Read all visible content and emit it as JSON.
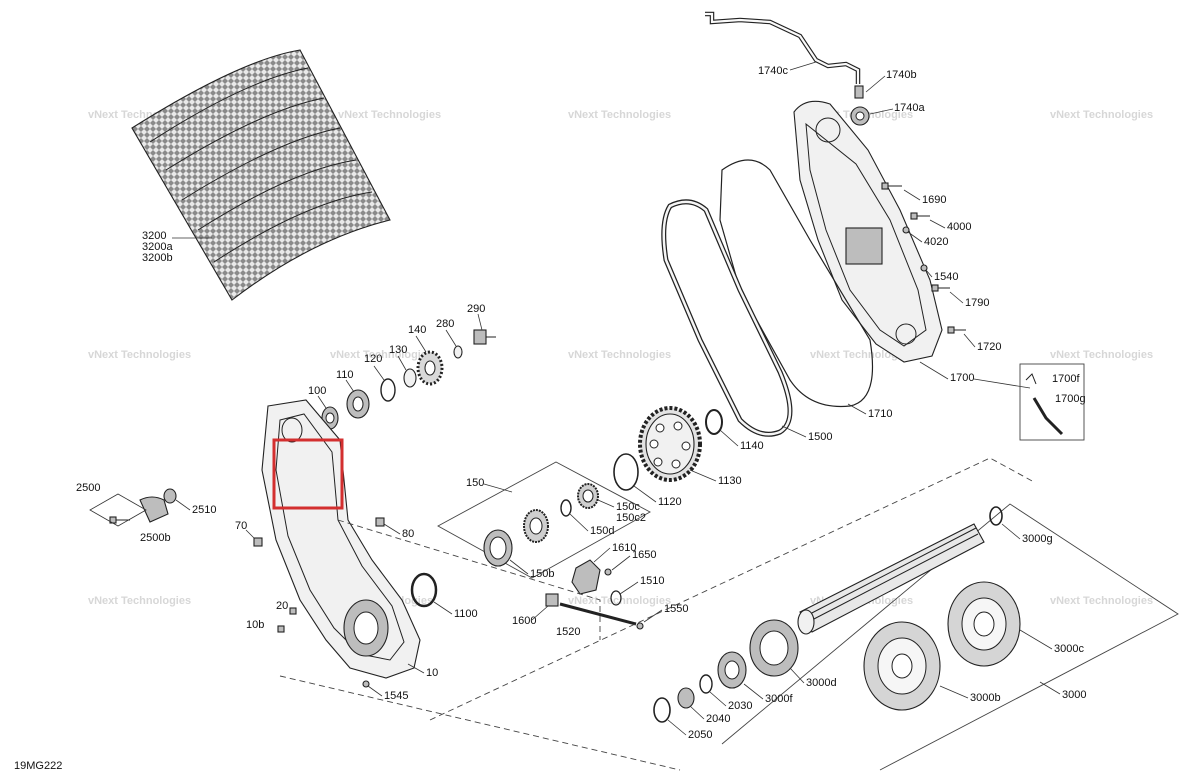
{
  "diagram": {
    "code": "19MG222",
    "watermark": "vNext Technologies",
    "highlight_color": "#d32f2f",
    "labels": {
      "p3200": "3200",
      "p3200a": "3200a",
      "p3200b": "3200b",
      "p1740c": "1740c",
      "p1740b": "1740b",
      "p1740a": "1740a",
      "p1690": "1690",
      "p4000": "4000",
      "p4020": "4020",
      "p1540": "1540",
      "p1790": "1790",
      "p1720": "1720",
      "p1700": "1700",
      "p1700f": "1700f",
      "p1700g": "1700g",
      "p1710": "1710",
      "p1500": "1500",
      "p1140": "1140",
      "p1130": "1130",
      "p1120": "1120",
      "p290": "290",
      "p280": "280",
      "p140": "140",
      "p130": "130",
      "p120": "120",
      "p110": "110",
      "p100": "100",
      "p150": "150",
      "p150c": "150c",
      "p150c2": "150c2",
      "p150d": "150d",
      "p150b": "150b",
      "p1610": "1610",
      "p1650": "1650",
      "p1510": "1510",
      "p1550": "1550",
      "p1600": "1600",
      "p1520": "1520",
      "p1100": "1100",
      "p2500": "2500",
      "p2510": "2510",
      "p2500b": "2500b",
      "p70": "70",
      "p80": "80",
      "p20": "20",
      "p10b": "10b",
      "p10": "10",
      "p1545": "1545",
      "p3000g": "3000g",
      "p3000c": "3000c",
      "p3000d": "3000d",
      "p3000f": "3000f",
      "p3000b": "3000b",
      "p3000": "3000",
      "p2030": "2030",
      "p2040": "2040",
      "p2050": "2050"
    }
  }
}
